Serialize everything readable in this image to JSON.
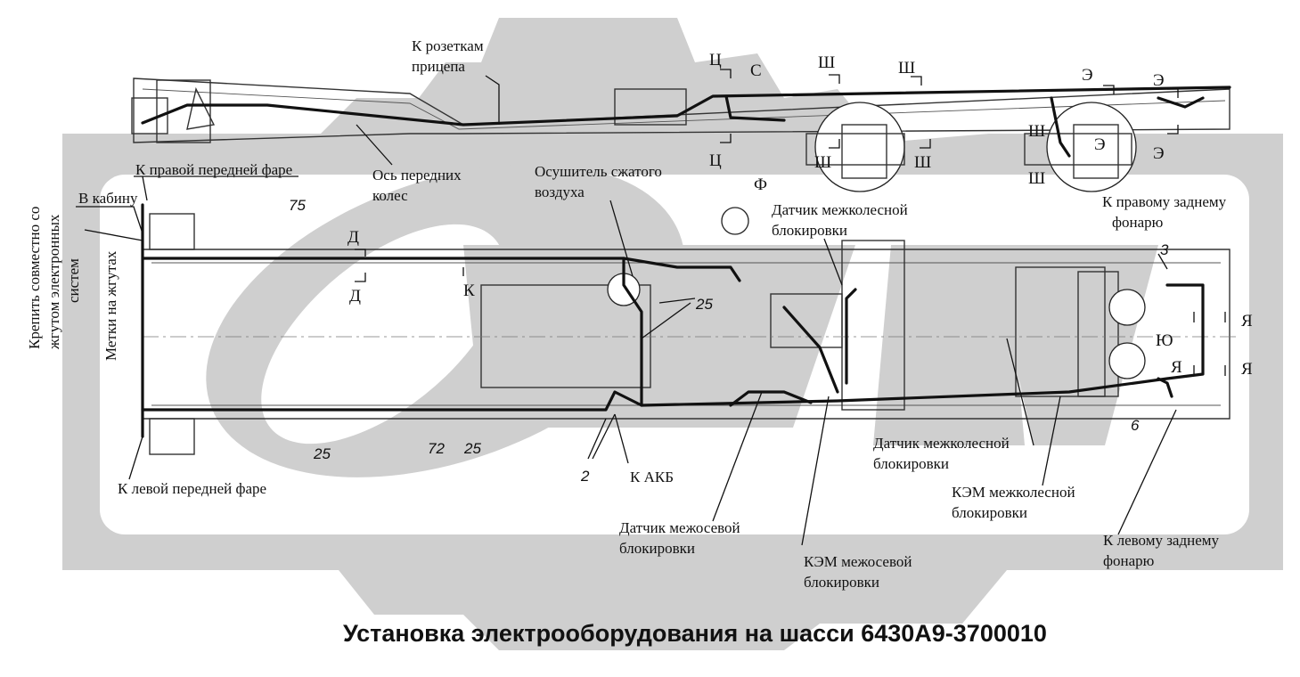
{
  "title": "Установка электрооборудования на шасси 6430А9-3700010",
  "top_view_labels": {
    "trailer_sockets_1": "К розеткам",
    "trailer_sockets_2": "прицепа",
    "front_axle_1": "Ось передних",
    "front_axle_2": "колес",
    "air_dryer_1": "Осушитель сжатого",
    "air_dryer_2": "воздуха",
    "right_head_lamp": "К правой передней фаре",
    "cab": "В кабину",
    "fix_vertical_1": "Крепить совместно со",
    "fix_vertical_2": "жгутом электронных",
    "fix_vertical_3": "систем",
    "harness_marks": "Метки на жгутах",
    "left_head_lamp": "К левой передней фаре",
    "battery": "К АКБ",
    "interaxle_sensor_1": "Датчик межосевой",
    "interaxle_sensor_2": "блокировки",
    "interaxle_valve_1": "КЭМ межосевой",
    "interaxle_valve_2": "блокировки",
    "interwheel_sensor_top_1": "Датчик межколесной",
    "interwheel_sensor_top_2": "блокировки",
    "interwheel_sensor_bottom_1": "Датчик межколесной",
    "interwheel_sensor_bottom_2": "блокировки",
    "interwheel_valve_1": "КЭМ межколесной",
    "interwheel_valve_2": "блокировки",
    "right_rear_lamp_1": "К правому заднему",
    "right_rear_lamp_2": "фонарю",
    "left_rear_lamp_1": "К левому заднему",
    "left_rear_lamp_2": "фонарю"
  },
  "section_marks": {
    "ts": "Ц",
    "s": "С",
    "sh": "Ш",
    "e": "Э",
    "f": "Ф",
    "d": "Д",
    "k": "К",
    "ya": "Я",
    "yu": "Ю"
  },
  "position_numbers": {
    "n75": "75",
    "n25": "25",
    "n72": "72",
    "n2": "2",
    "n3": "3",
    "n6": "6"
  },
  "colors": {
    "line": "#111111",
    "watermark": "#cfcfcf",
    "background": "#ffffff"
  }
}
